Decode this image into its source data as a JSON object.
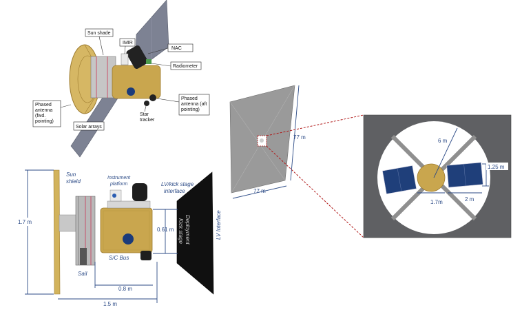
{
  "colors": {
    "gold": "#c9a64e",
    "gold_dark": "#9c7a2e",
    "panel_gray": "#7d8293",
    "solar_blue": "#1f3f7a",
    "dimension_blue": "#2b4a86",
    "detail_bg": "#5f6063",
    "callout_red": "#b01818",
    "interface_black": "#101010"
  },
  "icons": [
    "spacecraft-illustration",
    "solar-sail",
    "nasa-logo-icon"
  ],
  "top_view": {
    "callouts": {
      "sun_shade": "Sun shade",
      "imir": "IMIR",
      "nac": "NAC",
      "radiometer": "Radiometer",
      "phased_antenna_aft": [
        "Phased",
        "antenna (aft",
        "pointing)"
      ],
      "star_tracker": [
        "Star",
        "tracker"
      ],
      "phased_antenna_fwd": [
        "Phased",
        "antenna",
        "(fwd.",
        "pointing)"
      ],
      "solar_arrays": "Solar arrays"
    }
  },
  "side_view": {
    "labels": {
      "sun_shield": [
        "Sun",
        "shield"
      ],
      "instrument_platform": [
        "Instrument",
        "platform"
      ],
      "lv_kick_interface": [
        "LV/kick stage",
        "interface"
      ],
      "lv_interface": "LV Interface",
      "deployment_kick_stage": [
        "Deployment",
        "Kick stage"
      ],
      "sc_bus": "S/C Bus",
      "sail": "Sail"
    },
    "dimensions": {
      "height": "1.7 m",
      "bus_height": "0.61 m",
      "bus_length": "0.8 m",
      "total_length": "1.5 m"
    }
  },
  "sail_view": {
    "side_a": "77 m",
    "side_b": "77 m"
  },
  "detail_view": {
    "radius": "6 m",
    "panel_width": "1.25 m",
    "hub": "1.7m",
    "span": "2 m"
  }
}
